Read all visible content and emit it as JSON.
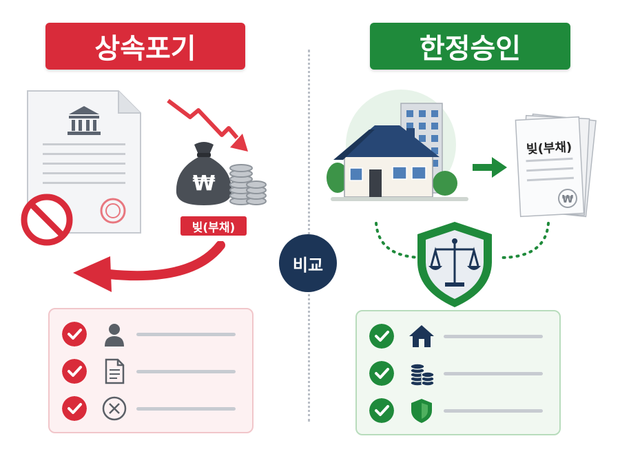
{
  "left": {
    "title": "상속포기",
    "color": "#d92b3a",
    "debt_label": "빚(부채)",
    "currency_symbol": "₩",
    "checklist_icons": [
      "person-icon",
      "document-icon",
      "cancel-circle-icon"
    ]
  },
  "center": {
    "compare_label": "비교"
  },
  "right": {
    "title": "한정승인",
    "color": "#1f8a3b",
    "debt_label": "빚(부채)",
    "currency_symbol": "₩",
    "checklist_icons": [
      "house-icon",
      "coins-icon",
      "shield-icon"
    ]
  }
}
